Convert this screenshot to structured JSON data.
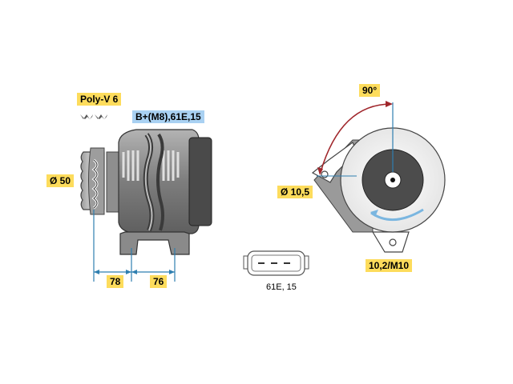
{
  "labels": {
    "belt": "Poly-V 6",
    "terminal": "B+(M8),61E,15",
    "pulley_diameter": "Ø 50",
    "dim_left": "78",
    "dim_right": "76",
    "angle": "90°",
    "hole_diameter": "Ø 10,5",
    "mount_thread": "10,2/M10",
    "connector": "61E, 15"
  },
  "colors": {
    "label_yellow": "#fddc5c",
    "label_blue": "#a9d1f2",
    "dimension_line": "#2f7fb0",
    "angle_arc": "#a0262b",
    "rotation_arrow": "#7ab6e0",
    "body_grey": "#8c8c8c",
    "body_dark": "#4a4a4a"
  }
}
